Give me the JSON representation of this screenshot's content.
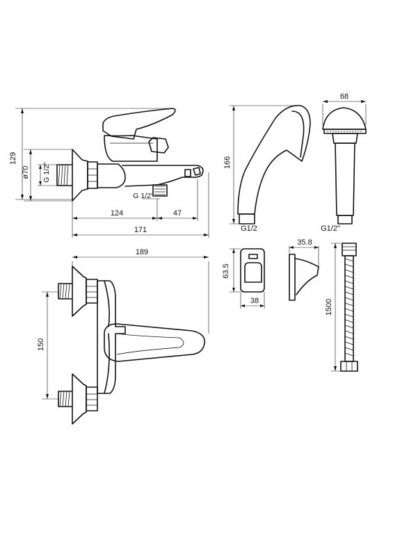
{
  "dimensions": {
    "mixer_height": "129",
    "mixer_diameter": "ø70",
    "inlet_thread_side": "G 1/2\"",
    "outlet_thread": "G 1/2\"",
    "outlet_distance": "124",
    "spout_extra": "47",
    "total_depth": "171",
    "total_width": "189",
    "inlet_spacing": "150",
    "handshower_length": "166",
    "handshower_width": "68",
    "handshower_thread": "G1/2",
    "holder_height": "63.5",
    "holder_width": "38",
    "holder_depth": "35.8",
    "hose_thread": "G1/2\"",
    "hose_length": "1500"
  }
}
